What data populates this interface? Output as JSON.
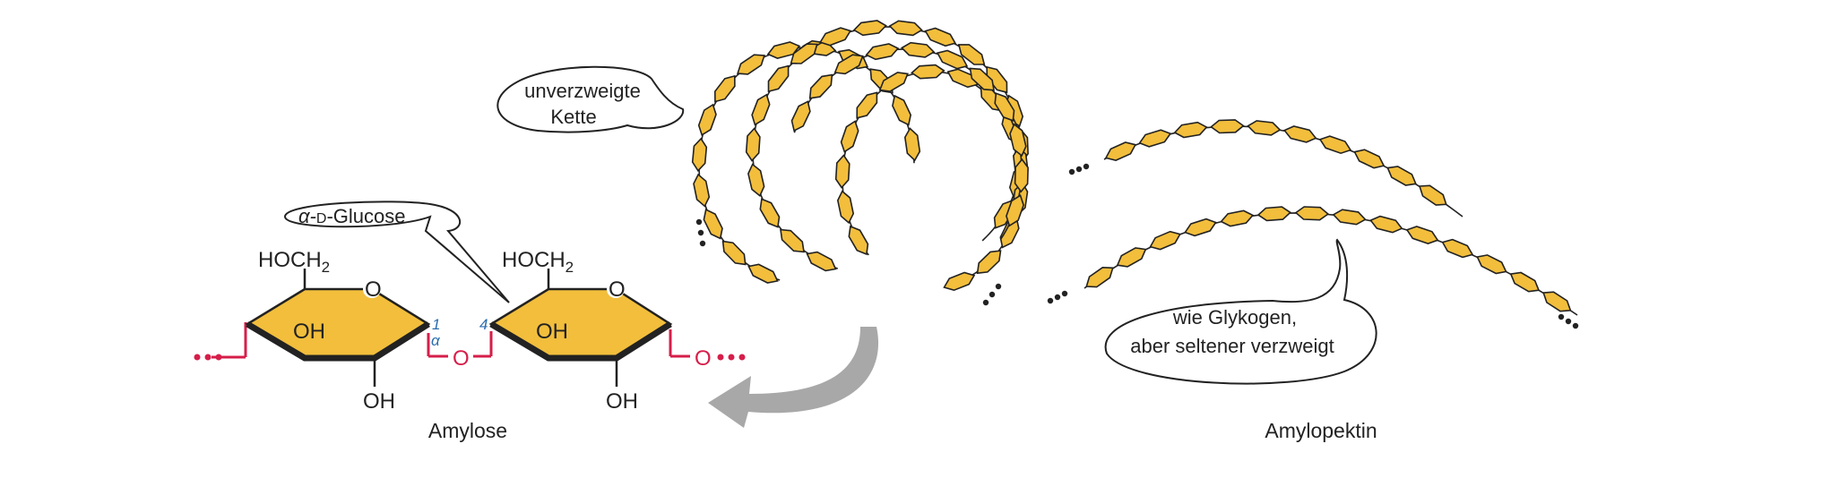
{
  "colors": {
    "sugar_fill": "#f2be3c",
    "sugar_stroke": "#222222",
    "link": "#d61e4a",
    "locant": "#2a6cb0",
    "arrow": "#a8a8a8"
  },
  "icons": [
    "glucose-ring-icon",
    "curved-arrow-icon",
    "speech-bubble-icon"
  ],
  "labels": {
    "amylose": "Amylose",
    "amylopektin": "Amylopektin"
  },
  "bubbles": {
    "chain_line1": "unverzweigte",
    "chain_line2": "Kette",
    "glucose_prefix": "α-",
    "glucose_d": "D",
    "glucose_rest": "-Glucose",
    "glykogen_line1": "wie Glykogen,",
    "glykogen_line2": "aber seltener verzweigt"
  },
  "structure": {
    "hoch2": "HOCH",
    "sub2": "2",
    "oh": "OH",
    "ring_o": "O",
    "bridge_o": "O",
    "c1": "1",
    "alpha": "α",
    "c4": "4"
  }
}
